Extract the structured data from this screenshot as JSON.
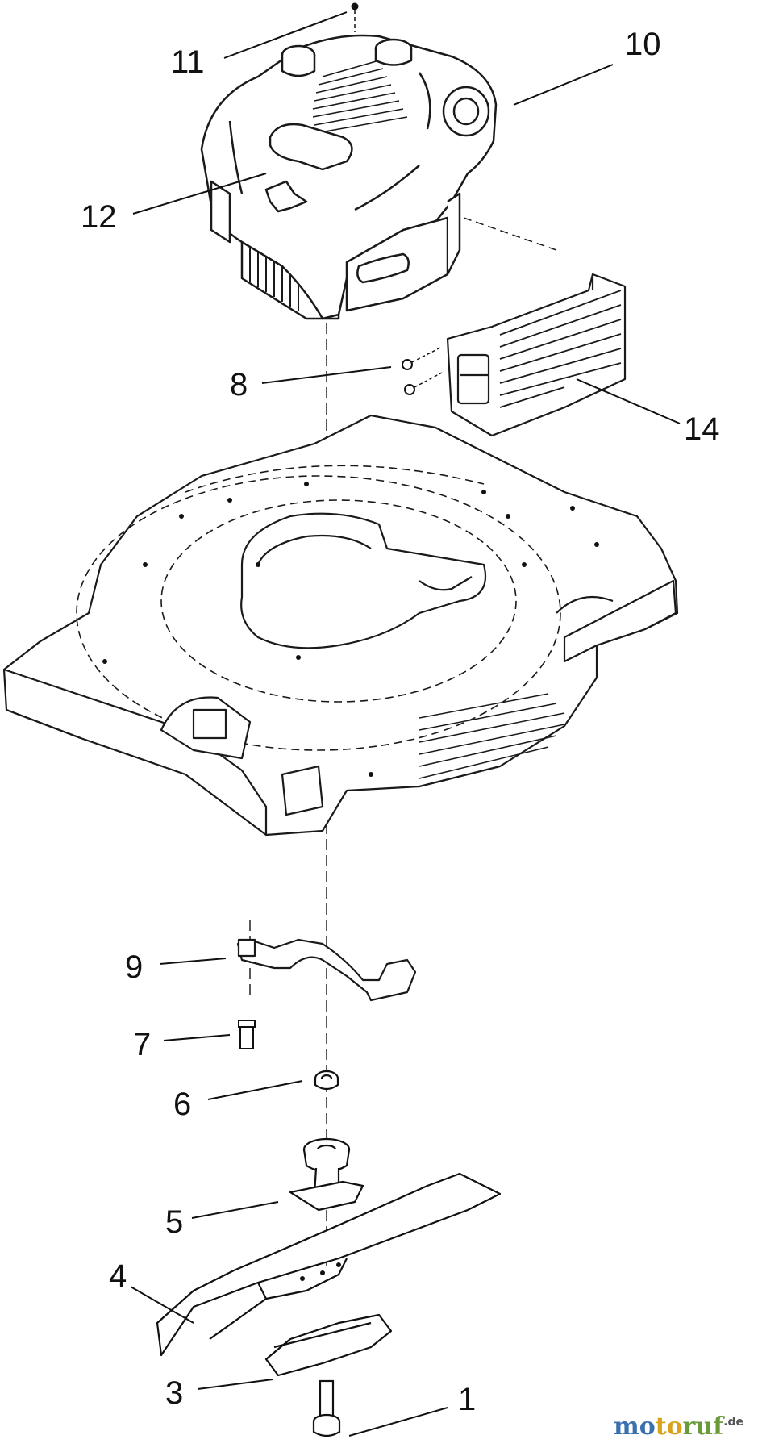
{
  "callouts": [
    {
      "id": "1",
      "label": "1"
    },
    {
      "id": "3",
      "label": "3"
    },
    {
      "id": "4",
      "label": "4"
    },
    {
      "id": "5",
      "label": "5"
    },
    {
      "id": "6",
      "label": "6"
    },
    {
      "id": "7",
      "label": "7"
    },
    {
      "id": "8",
      "label": "8"
    },
    {
      "id": "9",
      "label": "9"
    },
    {
      "id": "10",
      "label": "10"
    },
    {
      "id": "11",
      "label": "11"
    },
    {
      "id": "12",
      "label": "12"
    },
    {
      "id": "14",
      "label": "14"
    }
  ],
  "watermark": {
    "part1": "mo",
    "part2": "to",
    "part3": "ruf",
    "suffix": ".de"
  }
}
